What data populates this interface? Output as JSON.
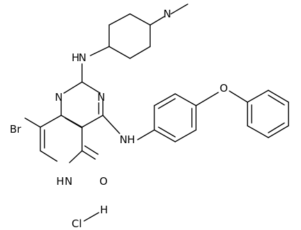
{
  "molecule": {
    "atoms": {
      "n_methylpiperidine": "N",
      "methyl": "",
      "nh_piperidinyl": "H",
      "nh_piperidinyl_n": "N",
      "pyrimidine_n_top": "N",
      "pyrimidine_n_left": "N",
      "nh_anilino_n": "N",
      "nh_anilino_h": "H",
      "ether_o": "O",
      "bromo": "Br",
      "lactam_n": "N",
      "lactam_h": "H",
      "carbonyl_o": "O",
      "salt_cl": "Cl",
      "salt_h": "H"
    }
  }
}
